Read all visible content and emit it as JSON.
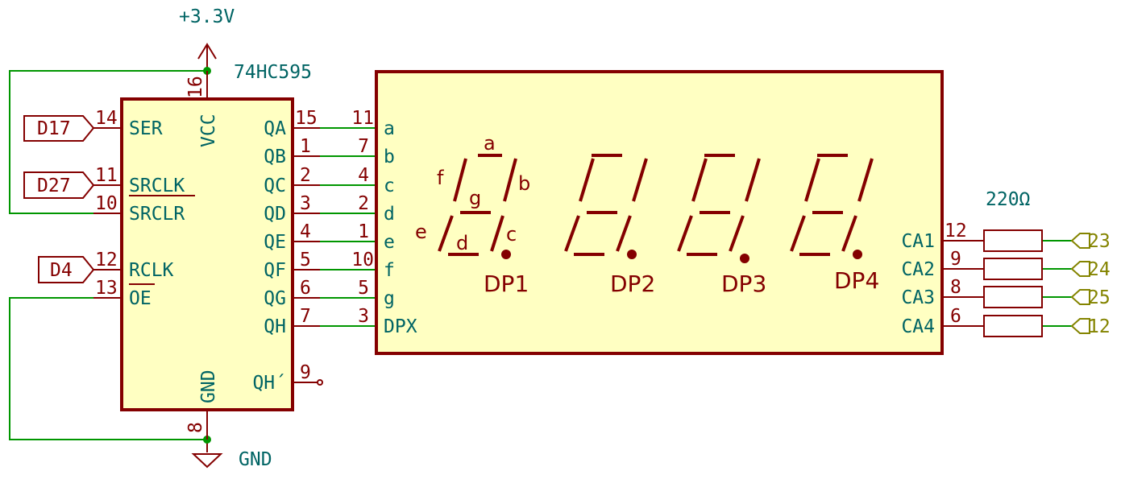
{
  "power": {
    "vcc_label": "+3.3V",
    "gnd_label": "GND"
  },
  "shift_register": {
    "ref": "74HC595",
    "left_pins": [
      {
        "num": "14",
        "name": "SER"
      },
      {
        "num": "11",
        "name": "SRCLK"
      },
      {
        "num": "10",
        "name": "SRCLR"
      },
      {
        "num": "12",
        "name": "RCLK"
      },
      {
        "num": "13",
        "name": "OE"
      }
    ],
    "right_pins": [
      {
        "num": "15",
        "name": "QA"
      },
      {
        "num": "1",
        "name": "QB"
      },
      {
        "num": "2",
        "name": "QC"
      },
      {
        "num": "3",
        "name": "QD"
      },
      {
        "num": "4",
        "name": "QE"
      },
      {
        "num": "5",
        "name": "QF"
      },
      {
        "num": "6",
        "name": "QG"
      },
      {
        "num": "7",
        "name": "QH"
      },
      {
        "num": "9",
        "name": "QH´"
      }
    ],
    "vcc_pin": {
      "num": "16",
      "name": "VCC"
    },
    "gnd_pin": {
      "num": "8",
      "name": "GND"
    }
  },
  "display": {
    "left_pins": [
      {
        "num": "11",
        "name": "a"
      },
      {
        "num": "7",
        "name": "b"
      },
      {
        "num": "4",
        "name": "c"
      },
      {
        "num": "2",
        "name": "d"
      },
      {
        "num": "1",
        "name": "e"
      },
      {
        "num": "10",
        "name": "f"
      },
      {
        "num": "5",
        "name": "g"
      },
      {
        "num": "3",
        "name": "DPX"
      }
    ],
    "right_pins": [
      {
        "num": "12",
        "name": "CA1"
      },
      {
        "num": "9",
        "name": "CA2"
      },
      {
        "num": "8",
        "name": "CA3"
      },
      {
        "num": "6",
        "name": "CA4"
      }
    ],
    "segment_labels": {
      "a": "a",
      "b": "b",
      "c": "c",
      "d": "d",
      "e": "e",
      "f": "f",
      "g": "g"
    },
    "dp_labels": [
      "DP1",
      "DP2",
      "DP3",
      "DP4"
    ]
  },
  "inputs": [
    "D17",
    "D27",
    "D4"
  ],
  "resistor_value": "220Ω",
  "outputs": [
    "23",
    "24",
    "25",
    "12"
  ]
}
